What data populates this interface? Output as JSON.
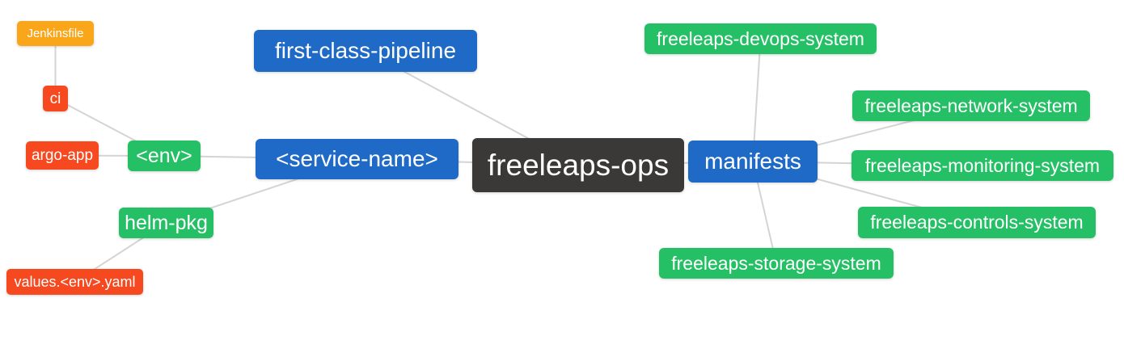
{
  "palette": {
    "root_node": "#3b3937",
    "branch_node": "#1e6ac6",
    "leaf_green_node": "#25c065",
    "leaf_red_node": "#f6491f",
    "leaf_orange_node": "#f9a61b",
    "edge_line": "#d4d4d4",
    "node_text": "#ffffff",
    "background": "#ffffff"
  },
  "diagram": {
    "nodes": {
      "ops": {
        "label": "freeleaps-ops"
      },
      "pipeline": {
        "label": "first-class-pipeline"
      },
      "service": {
        "label": "<service-name>"
      },
      "manifests": {
        "label": "manifests"
      },
      "env": {
        "label": "<env>"
      },
      "helm_pkg": {
        "label": "helm-pkg"
      },
      "ci": {
        "label": "ci"
      },
      "argo_app": {
        "label": "argo-app"
      },
      "jenkinsfile": {
        "label": "Jenkinsfile"
      },
      "values_yaml": {
        "label": "values.<env>.yaml"
      },
      "devops": {
        "label": "freeleaps-devops-system"
      },
      "network": {
        "label": "freeleaps-network-system"
      },
      "monitoring": {
        "label": "freeleaps-monitoring-system"
      },
      "controls": {
        "label": "freeleaps-controls-system"
      },
      "storage": {
        "label": "freeleaps-storage-system"
      }
    },
    "edges": [
      [
        "jenkinsfile",
        "ci"
      ],
      [
        "ci",
        "env"
      ],
      [
        "argo_app",
        "env"
      ],
      [
        "env",
        "service"
      ],
      [
        "helm_pkg",
        "service"
      ],
      [
        "values_yaml",
        "helm_pkg"
      ],
      [
        "pipeline",
        "ops"
      ],
      [
        "service",
        "ops"
      ],
      [
        "ops",
        "manifests"
      ],
      [
        "manifests",
        "devops"
      ],
      [
        "manifests",
        "network"
      ],
      [
        "manifests",
        "monitoring"
      ],
      [
        "manifests",
        "controls"
      ],
      [
        "manifests",
        "storage"
      ]
    ]
  }
}
